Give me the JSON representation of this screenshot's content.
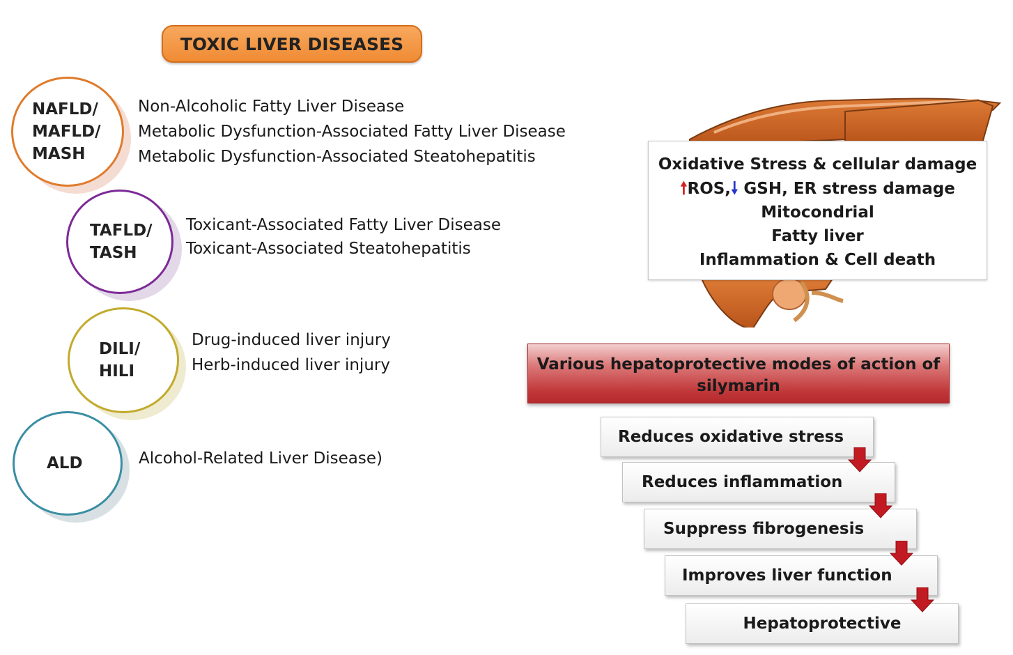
{
  "title": "TOXIC LIVER DISEASES",
  "groups": [
    {
      "abbr": "NAFLD/\nMAFLD/\nMASH",
      "color": "#e07b2c",
      "definitions": [
        "Non-Alcoholic Fatty Liver Disease",
        "Metabolic Dysfunction-Associated Fatty Liver Disease",
        "Metabolic Dysfunction-Associated Steatohepatitis"
      ]
    },
    {
      "abbr": "TAFLD/\nTASH",
      "color": "#7d2a97",
      "definitions": [
        "Toxicant-Associated Fatty Liver Disease",
        "Toxicant-Associated Steatohepatitis"
      ]
    },
    {
      "abbr": "DILI/\nHILI",
      "color": "#c2aa2c",
      "definitions": [
        "Drug-induced liver injury",
        "Herb-induced liver injury"
      ]
    },
    {
      "abbr": "ALD",
      "color": "#3a8ea3",
      "definitions": [
        "Alcohol-Related Liver Disease)"
      ]
    }
  ],
  "info_box": {
    "line1": "Oxidative Stress & cellular damage",
    "ros": "ROS,",
    "gsh": "GSH, ER stress damage",
    "line3": "Mitocondrial",
    "line4": "Fatty liver",
    "line5": "Inflammation & Cell death"
  },
  "banner": {
    "line1": "Various hepatoprotective modes of action of",
    "line2": "silymarin"
  },
  "steps": [
    "Reduces oxidative stress",
    "Reduces inflammation",
    "Suppress fibrogenesis",
    "Improves liver function",
    "Hepatoprotective"
  ],
  "colors": {
    "title_fill": "#f08b34",
    "liver": "#c9601c",
    "banner_red": "#c1383a",
    "step_arrow": "#c21a22",
    "up_arrow": "#d42020",
    "down_arrow": "#2635c9"
  }
}
